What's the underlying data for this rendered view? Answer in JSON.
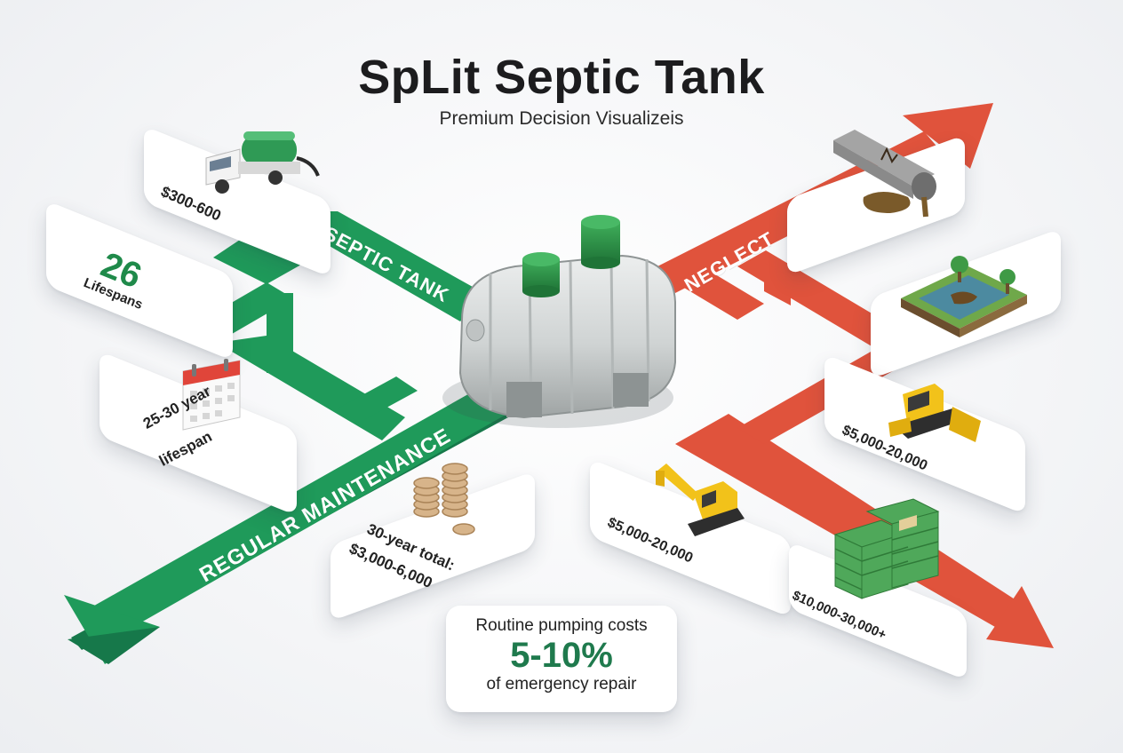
{
  "header": {
    "title": "SpLit Septic Tank",
    "subtitle": "Premium Decision Visualizeis"
  },
  "paths": {
    "top_green": "SEPTIC TANK",
    "bottom_green": "REGULAR MAINTENANCE",
    "red": "NEGLECT"
  },
  "maintenance_cards": {
    "pump_cost": "$300-600",
    "lifespan_number": "26",
    "lifespan_label": "Lifespans",
    "lifespan_line1": "25-30 year",
    "lifespan_line2": "lifespan",
    "total_line1": "30-year total:",
    "total_line2": "$3,000-6,000"
  },
  "neglect_cards": {
    "bulldozer_cost": "$5,000-20,000",
    "excavator_cost": "$5,000-20,000",
    "cash_cost": "$10,000-30,000+"
  },
  "callout": {
    "line1": "Routine pumping costs",
    "value": "5-10%",
    "line3": "of emergency repair"
  },
  "colors": {
    "green": "#1f9a5a",
    "green_dark": "#16784a",
    "red": "#e0533c",
    "red_dark": "#b8402e",
    "tank": "#d3d6d6",
    "lid": "#2f8a45"
  },
  "icons": [
    "pump-truck-icon",
    "calendar-icon",
    "coins-icon",
    "burst-pipe-icon",
    "contaminated-yard-icon",
    "bulldozer-icon",
    "excavator-icon",
    "cash-stack-icon",
    "septic-tank-icon"
  ]
}
